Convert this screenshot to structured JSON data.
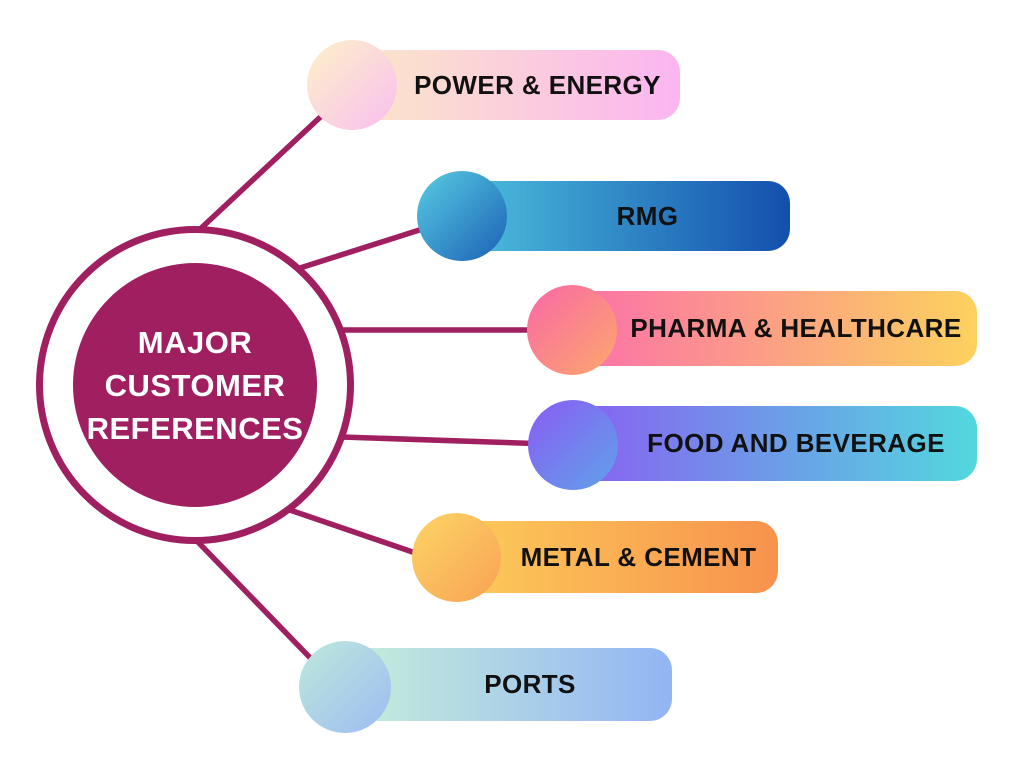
{
  "title": {
    "lines": [
      "MAJOR",
      "CUSTOMER",
      "REFERENCES"
    ]
  },
  "colors": {
    "primary": "#A01F60",
    "background": "#FFFFFF",
    "center_text": "#FFFFFF",
    "label_text": "#111111"
  },
  "branches": [
    {
      "id": "power-energy",
      "label": "POWER & ENERGY",
      "pill_gradient": [
        "#FBE9C6",
        "#FBB5F1"
      ],
      "circle_gradient": [
        "#FDF2C9",
        "#F9BEEF"
      ]
    },
    {
      "id": "rmg",
      "label": "RMG",
      "pill_gradient": [
        "#4FC4DF",
        "#134FAE"
      ],
      "circle_gradient": [
        "#58CDE2",
        "#1B60B6"
      ]
    },
    {
      "id": "pharma-healthcare",
      "label": "PHARMA & HEALTHCARE",
      "pill_gradient": [
        "#FB6CAC",
        "#FCD25E"
      ],
      "circle_gradient": [
        "#F967A8",
        "#FCA86B"
      ]
    },
    {
      "id": "food-beverage",
      "label": "FOOD AND BEVERAGE",
      "pill_gradient": [
        "#8A5BF2",
        "#52D8DE"
      ],
      "circle_gradient": [
        "#8A5CF3",
        "#5FA2E9"
      ]
    },
    {
      "id": "metal-cement",
      "label": "METAL & CEMENT",
      "pill_gradient": [
        "#FCCE5A",
        "#F8924D"
      ],
      "circle_gradient": [
        "#FCD566",
        "#F9A254"
      ]
    },
    {
      "id": "ports",
      "label": "PORTS",
      "pill_gradient": [
        "#C9F1D9",
        "#92B5F4"
      ],
      "circle_gradient": [
        "#BEE9DB",
        "#9DBCF2"
      ]
    }
  ]
}
